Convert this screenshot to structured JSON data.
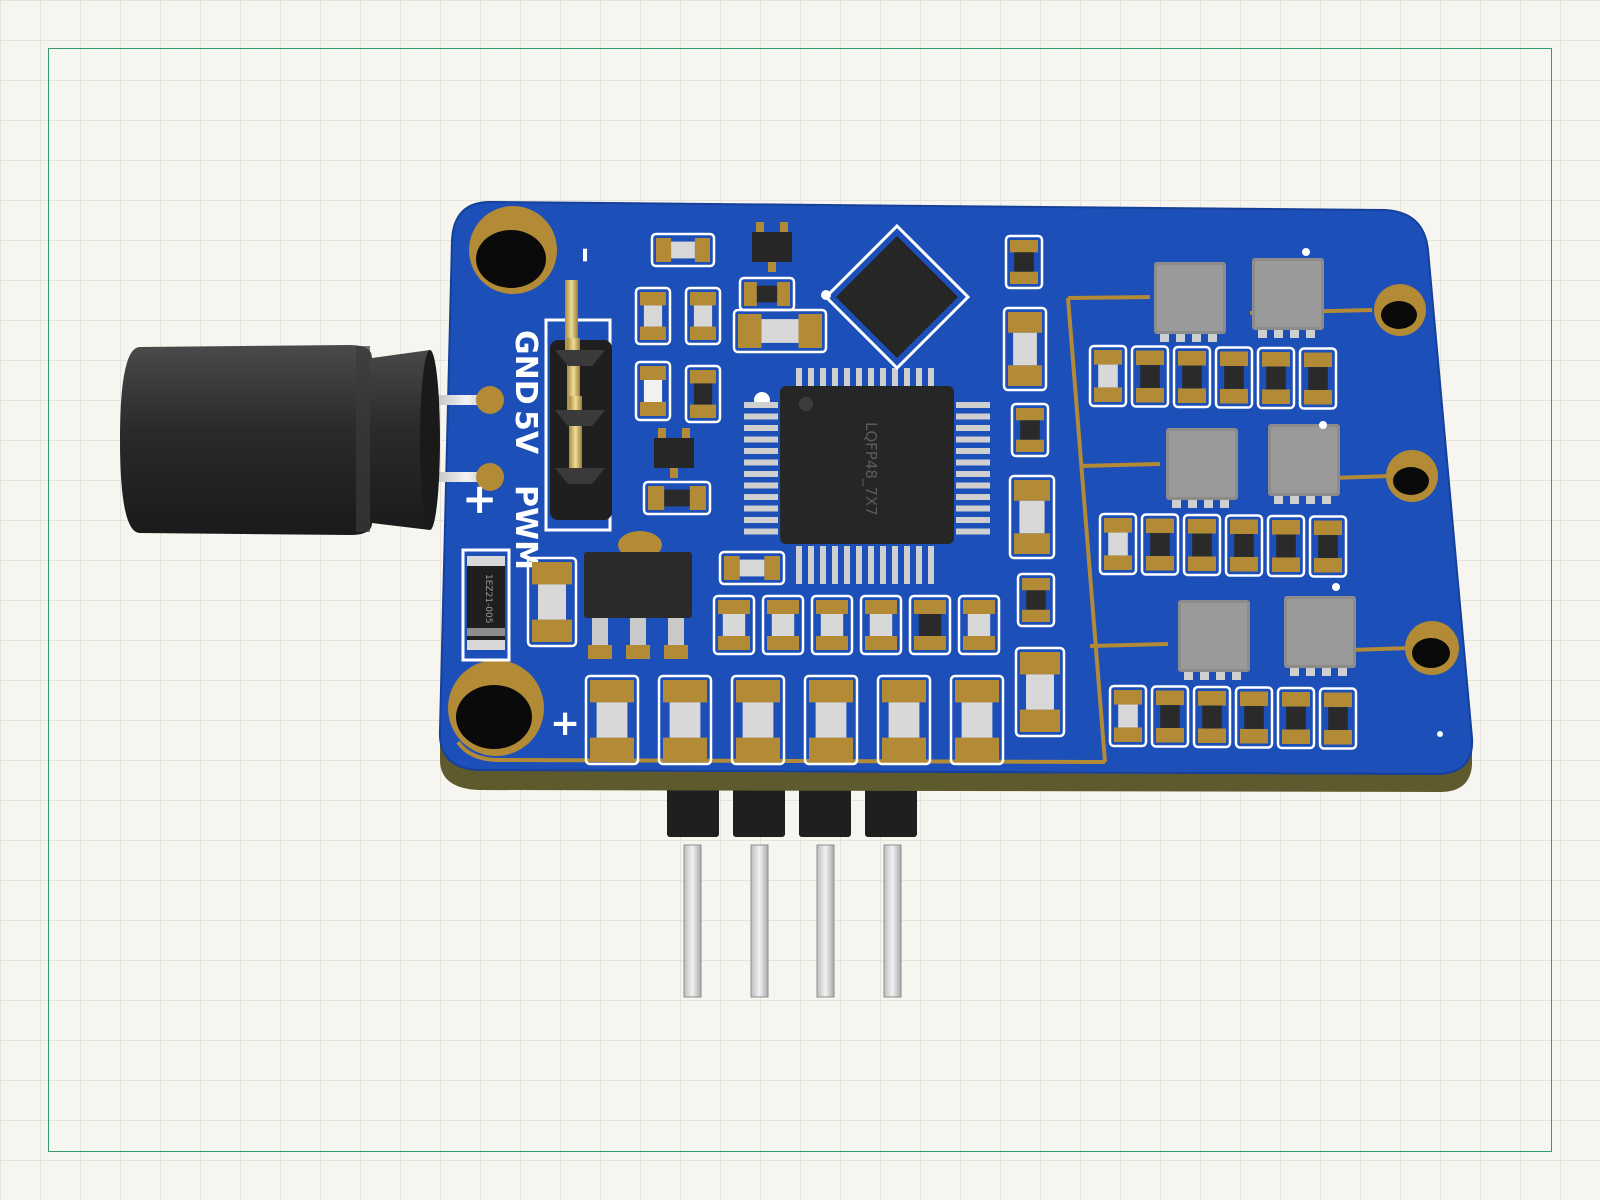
{
  "board": {
    "header_labels": {
      "gnd": "GND",
      "v5": "5V",
      "pwm": "PWM",
      "minus": "–",
      "plus_cap": "+",
      "plus_pads": "+"
    },
    "mcu_marking": "LQFP48_7X7",
    "diode_marking": "1EZ21-005"
  },
  "colors": {
    "pcb_blue": "#1d4fb8",
    "copper": "#b38a36",
    "silkscreen": "#ffffff",
    "chip_black": "#262626",
    "frame": "#2f9a6e"
  }
}
